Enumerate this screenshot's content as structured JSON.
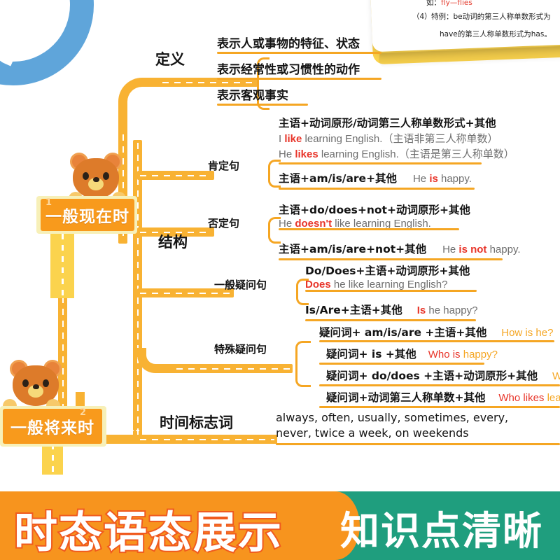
{
  "decor": {
    "blue_arc_color": "#5fa5da",
    "card_yellow": "#fbd34d",
    "accent_orange": "#f5a623",
    "road_orange": "#f8b233",
    "sign_orange": "#f89a1c",
    "red": "#e8352a"
  },
  "corner_card": {
    "lines": [
      {
        "prefix": "如：",
        "body": "fly—flies",
        "highlight": "flies"
      },
      {
        "prefix": "（4）",
        "body": "特例：be动词的第三人称单数形式为"
      },
      {
        "prefix": "",
        "body": "have的第三人称单数形式为has。"
      }
    ]
  },
  "nodes": [
    {
      "num": "1",
      "label": "一般现在时"
    },
    {
      "num": "2",
      "label": "一般将来时"
    }
  ],
  "branches": {
    "definition": {
      "label": "定义",
      "items": [
        "表示人或事物的特征、状态",
        "表示经常性或习惯性的动作",
        "表示客观事实"
      ]
    },
    "structure": {
      "label": "结构",
      "groups": [
        {
          "label": "肯定句",
          "items": [
            {
              "zh": "主语+动词原形/动词第三人称单数形式+其他",
              "examples": [
                {
                  "pre": "I ",
                  "hl": "like",
                  "post": " learning English.（主语非第三人称单数）"
                },
                {
                  "pre": "He ",
                  "hl": "likes",
                  "post": " learning English.（主语是第三人称单数）"
                }
              ]
            },
            {
              "zh": "主语+am/is/are+其他",
              "inline": {
                "pre": "He ",
                "hl": "is",
                "post": " happy."
              }
            }
          ]
        },
        {
          "label": "否定句",
          "items": [
            {
              "zh": "主语+do/does+not+动词原形+其他",
              "examples": [
                {
                  "pre": "He ",
                  "hl": "doesn't",
                  "post": " like learning English."
                }
              ]
            },
            {
              "zh": "主语+am/is/are+not+其他",
              "inline": {
                "pre": "He ",
                "hl": "is not",
                "post": " happy."
              }
            }
          ]
        },
        {
          "label": "一般疑问句",
          "items": [
            {
              "zh": "Do/Does+主语+动词原形+其他",
              "examples": [
                {
                  "pre": "",
                  "hl": "Does",
                  "post": " he like learning English?"
                }
              ]
            },
            {
              "zh": "Is/Are+主语+其他",
              "inline": {
                "pre": "",
                "hl": "Is",
                "post": " he happy?"
              }
            }
          ]
        },
        {
          "label": "特殊疑问句",
          "items": [
            {
              "zh": "疑问词+ am/is/are +主语+其他",
              "inline_org": "How is he?"
            },
            {
              "zh": "疑问词+ is +其他",
              "inline_org_red": "Who is",
              "inline_org_tail": " happy?"
            },
            {
              "zh": "疑问词+ do/does +主语+动词原形+其他",
              "inline_org": "What"
            },
            {
              "zh": "疑问词+动词第三人称单数+其他",
              "inline_org_red": "Who likes",
              "inline_org_tail": " lea"
            }
          ]
        }
      ]
    },
    "time_markers": {
      "label": "时间标志词",
      "line1": "always, often, usually, sometimes, every,",
      "line2": "never, twice a week, on weekends"
    }
  },
  "banner": {
    "left_text": "时态语态展示",
    "right_text": "知识点清晰"
  }
}
